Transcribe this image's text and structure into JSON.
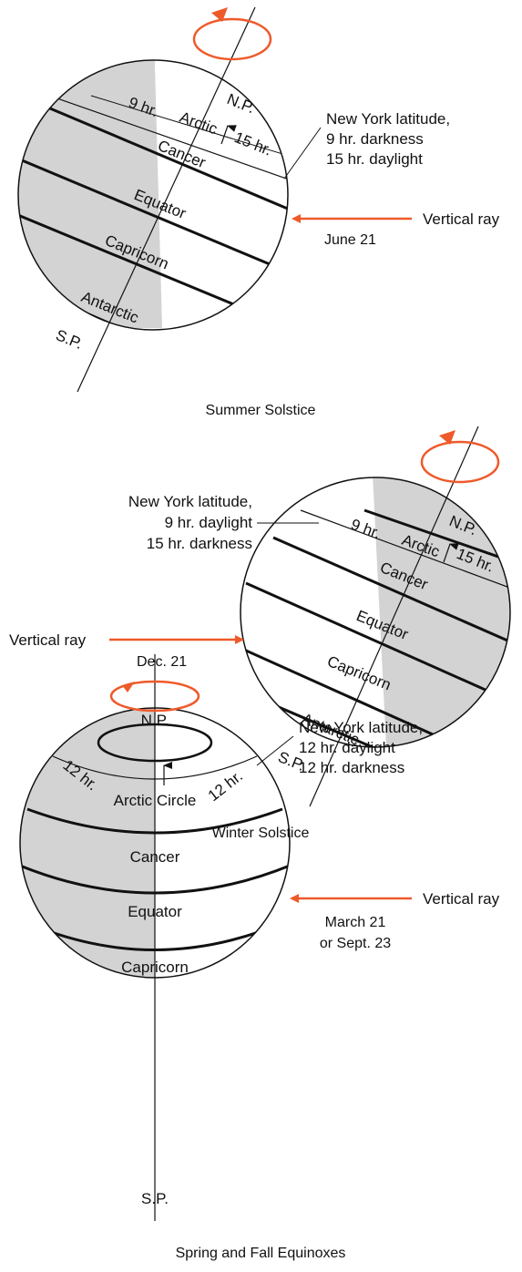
{
  "colors": {
    "dark_side": "#d3d3d3",
    "ray_arrow": "#ee5a2a",
    "rotation_arrow": "#ee5a2a",
    "lines": "#111111"
  },
  "summer": {
    "caption": "Summer Solstice",
    "north_pole": "N.P.",
    "south_pole": "S.P.",
    "arctic": "Arctic",
    "cancer": "Cancer",
    "equator": "Equator",
    "capricorn": "Capricorn",
    "antarctic": "Antarctic",
    "night_hours": "9 hr.",
    "day_hours": "15 hr.",
    "ny_line1": "New York latitude,",
    "ny_line2": "9 hr. darkness",
    "ny_line3": "15 hr. daylight",
    "ray_label": "Vertical ray",
    "date": "June 21"
  },
  "winter": {
    "caption": "Winter Solstice",
    "north_pole": "N.P.",
    "south_pole": "S.P.",
    "arctic": "Arctic",
    "cancer": "Cancer",
    "equator": "Equator",
    "capricorn": "Capricorn",
    "antarctic": "Antarctic",
    "day_hours": "9 hr.",
    "night_hours": "15 hr.",
    "ny_line1": "New York latitude,",
    "ny_line2": "9 hr. daylight",
    "ny_line3": "15 hr. darkness",
    "ray_label": "Vertical ray",
    "date": "Dec. 21"
  },
  "equinox": {
    "caption": "Spring and Fall Equinoxes",
    "north_pole": "N.P.",
    "south_pole": "S.P.",
    "arctic_circle": "Arctic Circle",
    "cancer": "Cancer",
    "equator": "Equator",
    "capricorn": "Capricorn",
    "left_hours": "12 hr.",
    "right_hours": "12 hr.",
    "ny_line1": "New York latitude,",
    "ny_line2": "12 hr. daylight",
    "ny_line3": "12 hr. darkness",
    "ray_label": "Vertical ray",
    "date_line1": "March 21",
    "date_line2": "or Sept. 23"
  }
}
